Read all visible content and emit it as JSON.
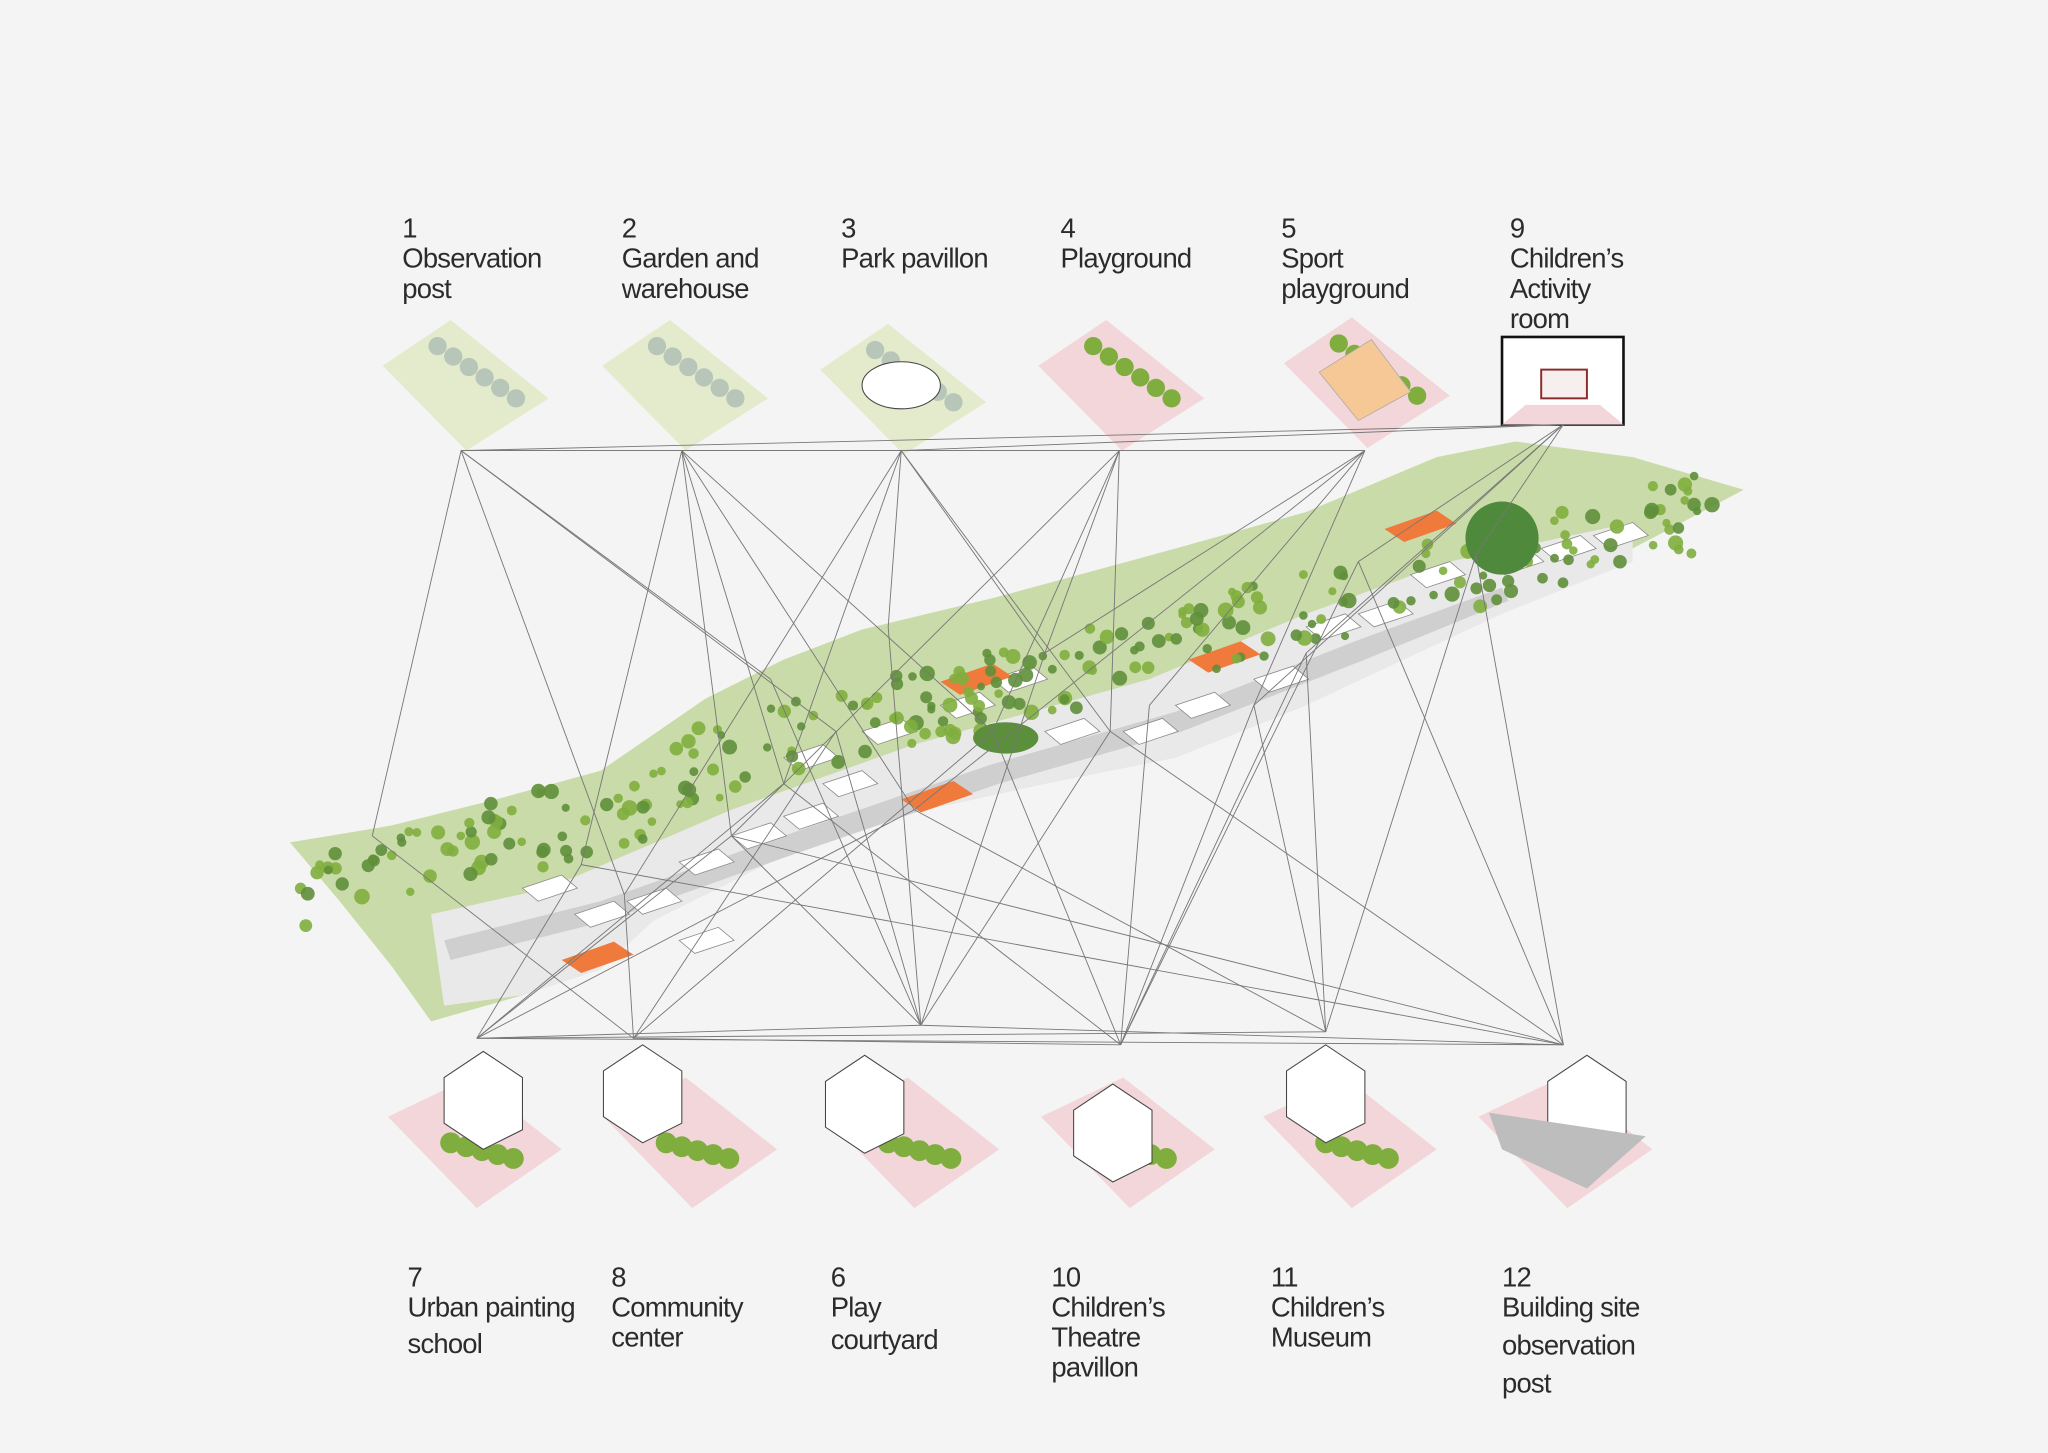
{
  "top_programs": [
    {
      "number": "1",
      "lines": [
        "Observation",
        "post"
      ]
    },
    {
      "number": "2",
      "lines": [
        "Garden and",
        "warehouse"
      ]
    },
    {
      "number": "3",
      "lines": [
        "Park pavillon"
      ]
    },
    {
      "number": "4",
      "lines": [
        "Playground"
      ]
    },
    {
      "number": "5",
      "lines": [
        "Sport",
        "playground"
      ]
    },
    {
      "number": "9",
      "lines": [
        "Children’s",
        "Activity",
        "room"
      ]
    }
  ],
  "bottom_programs": [
    {
      "number": "7",
      "lines": [
        "Urban painting",
        "school"
      ]
    },
    {
      "number": "8",
      "lines": [
        "Community",
        "center"
      ]
    },
    {
      "number": "6",
      "lines": [
        "Play",
        "courtyard"
      ]
    },
    {
      "number": "10",
      "lines": [
        "Children’s",
        "Theatre",
        "pavillon"
      ]
    },
    {
      "number": "11",
      "lines": [
        "Children’s",
        "Museum"
      ]
    },
    {
      "number": "12",
      "lines": [
        "Building site",
        "observation",
        "post"
      ]
    }
  ],
  "colors": {
    "background": "#f4f4f4",
    "park_green": "#c9dba8",
    "tree_green": "#7fae3e",
    "pink_ground": "#f2d6da",
    "orange": "#f07a3c",
    "road": "#cfcfcf",
    "line": "#777777"
  }
}
